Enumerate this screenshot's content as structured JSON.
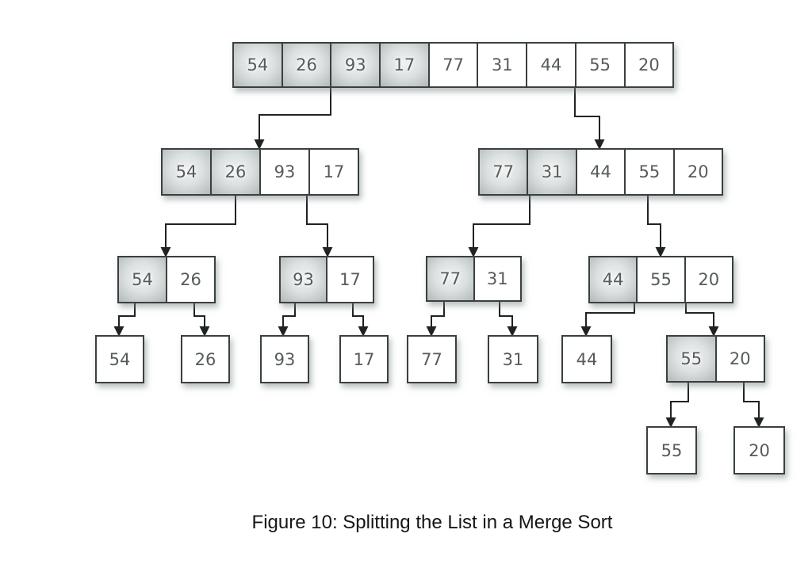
{
  "figure": {
    "caption": "Figure 10: Splitting the List in a Merge Sort"
  },
  "colors": {
    "background": "#ffffff",
    "cell_border": "#3a3f40",
    "cell_fill": "#ffffff",
    "shaded_cell_center": "#f0f2f2",
    "shaded_cell_edge": "#b2b8b8",
    "digit_text": "#565b5b",
    "arrow": "#1f2323",
    "caption_text": "#161616"
  },
  "rows": [
    {
      "id": "l1",
      "level": 1,
      "values": [
        "54",
        "26",
        "93",
        "17",
        "77",
        "31",
        "44",
        "55",
        "20"
      ],
      "shaded": [
        true,
        true,
        true,
        true,
        false,
        false,
        false,
        false,
        false
      ]
    },
    {
      "id": "l2-left",
      "level": 2,
      "values": [
        "54",
        "26",
        "93",
        "17"
      ],
      "shaded": [
        true,
        true,
        false,
        false
      ]
    },
    {
      "id": "l2-right",
      "level": 2,
      "values": [
        "77",
        "31",
        "44",
        "55",
        "20"
      ],
      "shaded": [
        true,
        true,
        false,
        false,
        false
      ]
    },
    {
      "id": "l3-a",
      "level": 3,
      "values": [
        "54",
        "26"
      ],
      "shaded": [
        true,
        false
      ]
    },
    {
      "id": "l3-b",
      "level": 3,
      "values": [
        "93",
        "17"
      ],
      "shaded": [
        true,
        false
      ]
    },
    {
      "id": "l3-c",
      "level": 3,
      "values": [
        "77",
        "31"
      ],
      "shaded": [
        true,
        false
      ]
    },
    {
      "id": "l3-d",
      "level": 3,
      "values": [
        "44",
        "55",
        "20"
      ],
      "shaded": [
        true,
        false,
        false
      ]
    },
    {
      "id": "l4-54",
      "level": 4,
      "values": [
        "54"
      ],
      "shaded": [
        false
      ]
    },
    {
      "id": "l4-26",
      "level": 4,
      "values": [
        "26"
      ],
      "shaded": [
        false
      ]
    },
    {
      "id": "l4-93",
      "level": 4,
      "values": [
        "93"
      ],
      "shaded": [
        false
      ]
    },
    {
      "id": "l4-17",
      "level": 4,
      "values": [
        "17"
      ],
      "shaded": [
        false
      ]
    },
    {
      "id": "l4-77",
      "level": 4,
      "values": [
        "77"
      ],
      "shaded": [
        false
      ]
    },
    {
      "id": "l4-31",
      "level": 4,
      "values": [
        "31"
      ],
      "shaded": [
        false
      ]
    },
    {
      "id": "l4-44",
      "level": 4,
      "values": [
        "44"
      ],
      "shaded": [
        false
      ]
    },
    {
      "id": "l4-55-20",
      "level": 4,
      "values": [
        "55",
        "20"
      ],
      "shaded": [
        true,
        false
      ]
    },
    {
      "id": "l5-55",
      "level": 5,
      "values": [
        "55"
      ],
      "shaded": [
        false
      ]
    },
    {
      "id": "l5-20",
      "level": 5,
      "values": [
        "20"
      ],
      "shaded": [
        false
      ]
    }
  ],
  "edges": [
    {
      "from": "l1",
      "to": "l2-left"
    },
    {
      "from": "l1",
      "to": "l2-right"
    },
    {
      "from": "l2-left",
      "to": "l3-a"
    },
    {
      "from": "l2-left",
      "to": "l3-b"
    },
    {
      "from": "l2-right",
      "to": "l3-c"
    },
    {
      "from": "l2-right",
      "to": "l3-d"
    },
    {
      "from": "l3-a",
      "to": "l4-54"
    },
    {
      "from": "l3-a",
      "to": "l4-26"
    },
    {
      "from": "l3-b",
      "to": "l4-93"
    },
    {
      "from": "l3-b",
      "to": "l4-17"
    },
    {
      "from": "l3-c",
      "to": "l4-77"
    },
    {
      "from": "l3-c",
      "to": "l4-31"
    },
    {
      "from": "l3-d",
      "to": "l4-44"
    },
    {
      "from": "l3-d",
      "to": "l4-55-20"
    },
    {
      "from": "l4-55-20",
      "to": "l5-55"
    },
    {
      "from": "l4-55-20",
      "to": "l5-20"
    }
  ]
}
